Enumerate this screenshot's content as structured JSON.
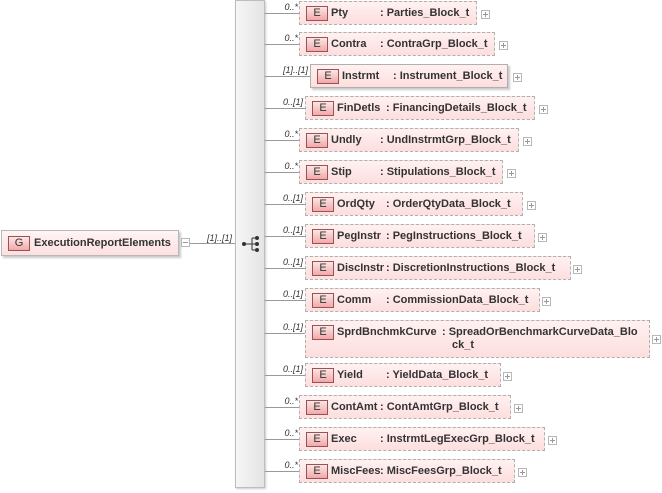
{
  "group": {
    "badge": "G",
    "name": "ExecutionReportElements",
    "cardinality": "[1]..[1]"
  },
  "sequence": {
    "icon": "sequence-compositor-icon"
  },
  "elements": [
    {
      "badge": "E",
      "name": "Pty",
      "type": ": Parties_Block_t",
      "card": "0..*",
      "optional": true
    },
    {
      "badge": "E",
      "name": "Contra",
      "type": ": ContraGrp_Block_t",
      "card": "0..*",
      "optional": true
    },
    {
      "badge": "E",
      "name": "Instrmt",
      "type": ": Instrument_Block_t",
      "card": "[1]..[1]",
      "optional": false
    },
    {
      "badge": "E",
      "name": "FinDetls",
      "type": ": FinancingDetails_Block_t",
      "card": "0..[1]",
      "optional": true
    },
    {
      "badge": "E",
      "name": "Undly",
      "type": ": UndInstrmtGrp_Block_t",
      "card": "0..*",
      "optional": true
    },
    {
      "badge": "E",
      "name": "Stip",
      "type": ": Stipulations_Block_t",
      "card": "0..*",
      "optional": true
    },
    {
      "badge": "E",
      "name": "OrdQty",
      "type": ": OrderQtyData_Block_t",
      "card": "0..[1]",
      "optional": true
    },
    {
      "badge": "E",
      "name": "PegInstr",
      "type": ": PegInstructions_Block_t",
      "card": "0..[1]",
      "optional": true
    },
    {
      "badge": "E",
      "name": "DiscInstr",
      "type": ": DiscretionInstructions_Block_t",
      "card": "0..[1]",
      "optional": true
    },
    {
      "badge": "E",
      "name": "Comm",
      "type": ": CommissionData_Block_t",
      "card": "0..[1]",
      "optional": true
    },
    {
      "badge": "E",
      "name": "SprdBnchmkCurve",
      "type": ": SpreadOrBenchmarkCurveData_Blo",
      "type2": "ck_t",
      "card": "0..[1]",
      "optional": true
    },
    {
      "badge": "E",
      "name": "Yield",
      "type": ": YieldData_Block_t",
      "card": "0..[1]",
      "optional": true
    },
    {
      "badge": "E",
      "name": "ContAmt",
      "type": ": ContAmtGrp_Block_t",
      "card": "0..*",
      "optional": true
    },
    {
      "badge": "E",
      "name": "Exec",
      "type": ": InstrmtLegExecGrp_Block_t",
      "card": "0..*",
      "optional": true
    },
    {
      "badge": "E",
      "name": "MiscFees",
      "type": ": MiscFeesGrp_Block_t",
      "card": "0..*",
      "optional": true
    }
  ]
}
